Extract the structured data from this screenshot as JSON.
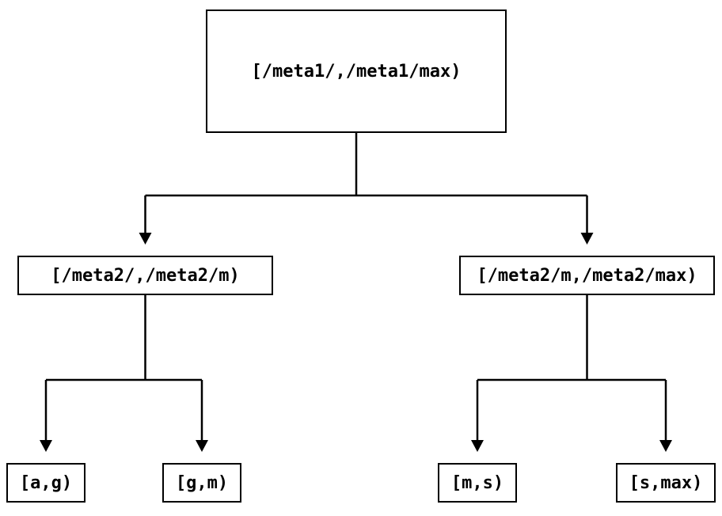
{
  "diagram": {
    "nodes": {
      "root": {
        "label": "[/meta1/,/meta1/max)"
      },
      "left": {
        "label": "[/meta2/,/meta2/m)"
      },
      "right": {
        "label": "[/meta2/m,/meta2/max)"
      },
      "left_left": {
        "label": "[a,g)"
      },
      "left_right": {
        "label": "[g,m)"
      },
      "right_left": {
        "label": "[m,s)"
      },
      "right_right": {
        "label": "[s,max)"
      }
    },
    "edges": [
      {
        "from": "root",
        "to": "left"
      },
      {
        "from": "root",
        "to": "right"
      },
      {
        "from": "left",
        "to": "left_left"
      },
      {
        "from": "left",
        "to": "left_right"
      },
      {
        "from": "right",
        "to": "right_left"
      },
      {
        "from": "right",
        "to": "right_right"
      }
    ],
    "colors": {
      "stroke": "#000000",
      "node_fill": "#ffffff",
      "text": "#000000",
      "background": "#ffffff"
    }
  }
}
